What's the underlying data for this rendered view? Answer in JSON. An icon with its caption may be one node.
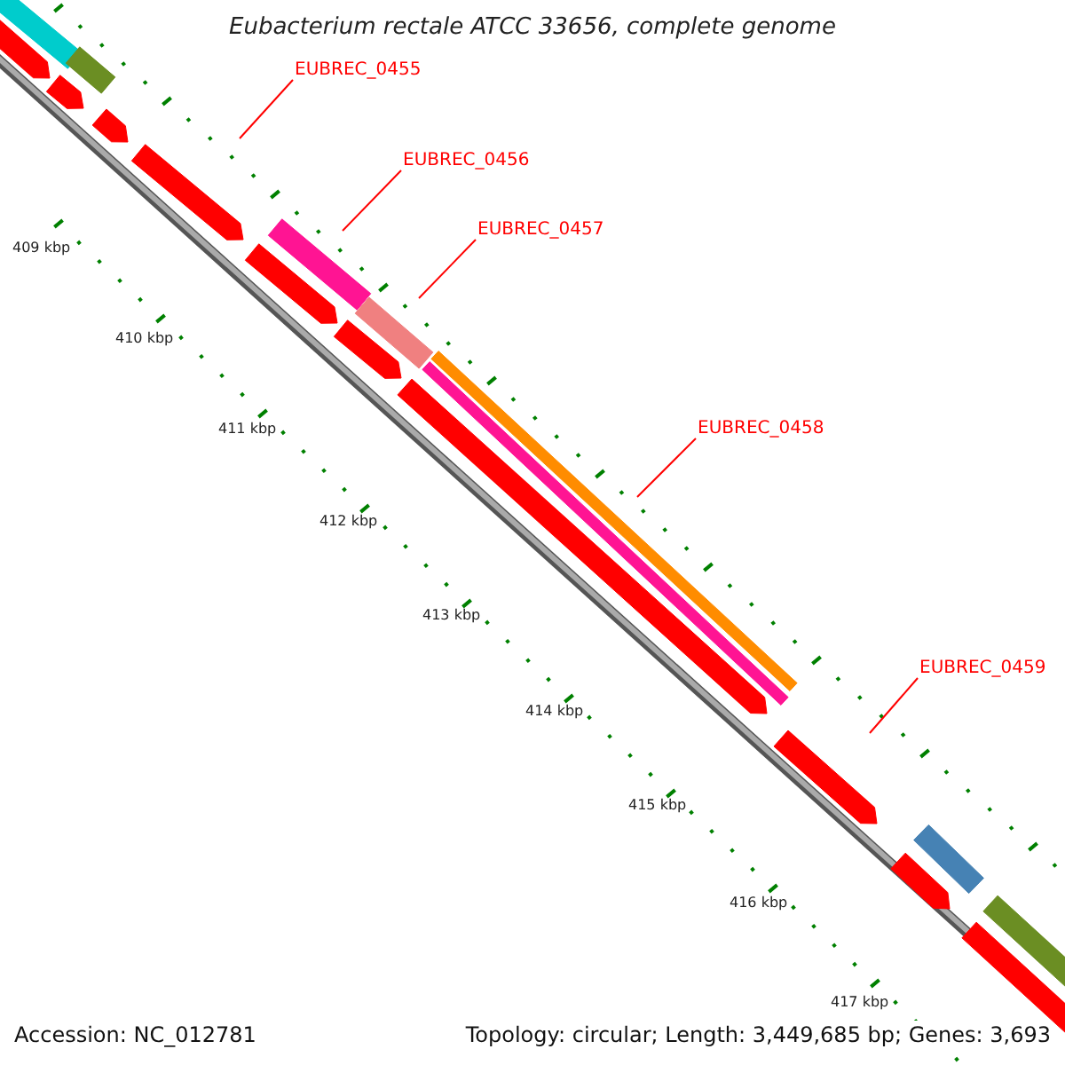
{
  "diagram": {
    "title": "Eubacterium rectale ATCC 33656, complete genome",
    "nodes": [
      {
        "text": [
          "EUBREC_0455"
        ]
      },
      {
        "text": [
          "EUBREC_0456"
        ]
      },
      {
        "text": [
          "EUBREC_0457"
        ]
      },
      {
        "text": [
          "EUBREC_0458"
        ]
      },
      {
        "text": [
          "EUBREC_0459"
        ]
      }
    ],
    "edges": [
      {
        "from": 0,
        "to": null,
        "arrow": "none"
      },
      {
        "from": 1,
        "to": null,
        "arrow": "none"
      },
      {
        "from": 2,
        "to": null,
        "arrow": "none"
      },
      {
        "from": 3,
        "to": null,
        "arrow": "none"
      },
      {
        "from": 4,
        "to": null,
        "arrow": "none"
      }
    ],
    "labels": [
      "409 kbp",
      "410 kbp",
      "411 kbp",
      "412 kbp",
      "413 kbp",
      "414 kbp",
      "415 kbp",
      "416 kbp",
      "417 kbp",
      "Accession: NC_012781",
      "Topology: circular; Length: 3,449,685 bp; Genes: 3,693"
    ]
  }
}
